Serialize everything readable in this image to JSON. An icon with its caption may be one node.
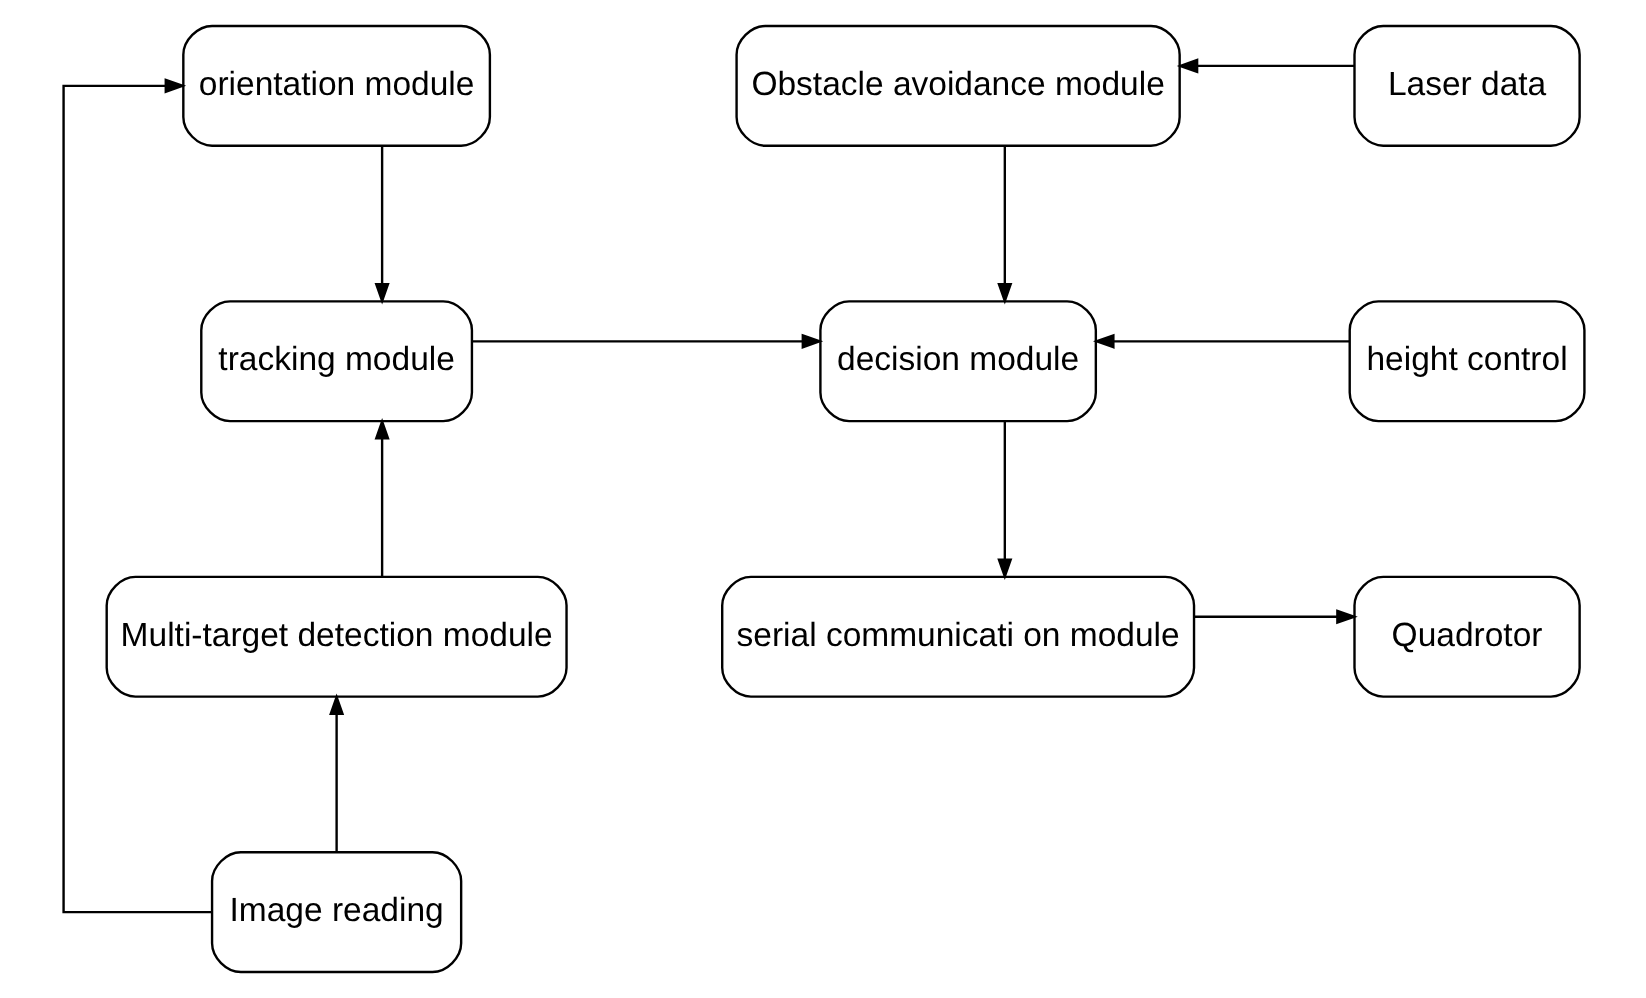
{
  "diagram": {
    "nodes": [
      {
        "text": [
          "orientation module"
        ]
      },
      {
        "text": [
          "Obstacle avoidance module"
        ]
      },
      {
        "text": [
          "Laser data"
        ]
      },
      {
        "text": [
          "Image reading"
        ]
      },
      {
        "text": [
          "tracking module"
        ]
      },
      {
        "text": [
          "decision module"
        ]
      },
      {
        "text": [
          "height control"
        ]
      },
      {
        "text": [
          "Multi-target detection module"
        ]
      },
      {
        "text": [
          "serial communicati on module"
        ]
      },
      {
        "text": [
          "Quadrotor"
        ]
      }
    ],
    "edges": [
      {
        "from": 3,
        "to": 0,
        "arrow": "to"
      },
      {
        "from": 3,
        "to": 7,
        "arrow": "to"
      },
      {
        "from": 0,
        "to": 4,
        "arrow": "to"
      },
      {
        "from": 7,
        "to": 4,
        "arrow": "to"
      },
      {
        "from": 4,
        "to": 5,
        "arrow": "to"
      },
      {
        "from": 2,
        "to": 1,
        "arrow": "to"
      },
      {
        "from": 1,
        "to": 5,
        "arrow": "to"
      },
      {
        "from": 6,
        "to": 5,
        "arrow": "to"
      },
      {
        "from": 5,
        "to": 8,
        "arrow": "to"
      },
      {
        "from": 8,
        "to": 9,
        "arrow": "to"
      }
    ]
  }
}
